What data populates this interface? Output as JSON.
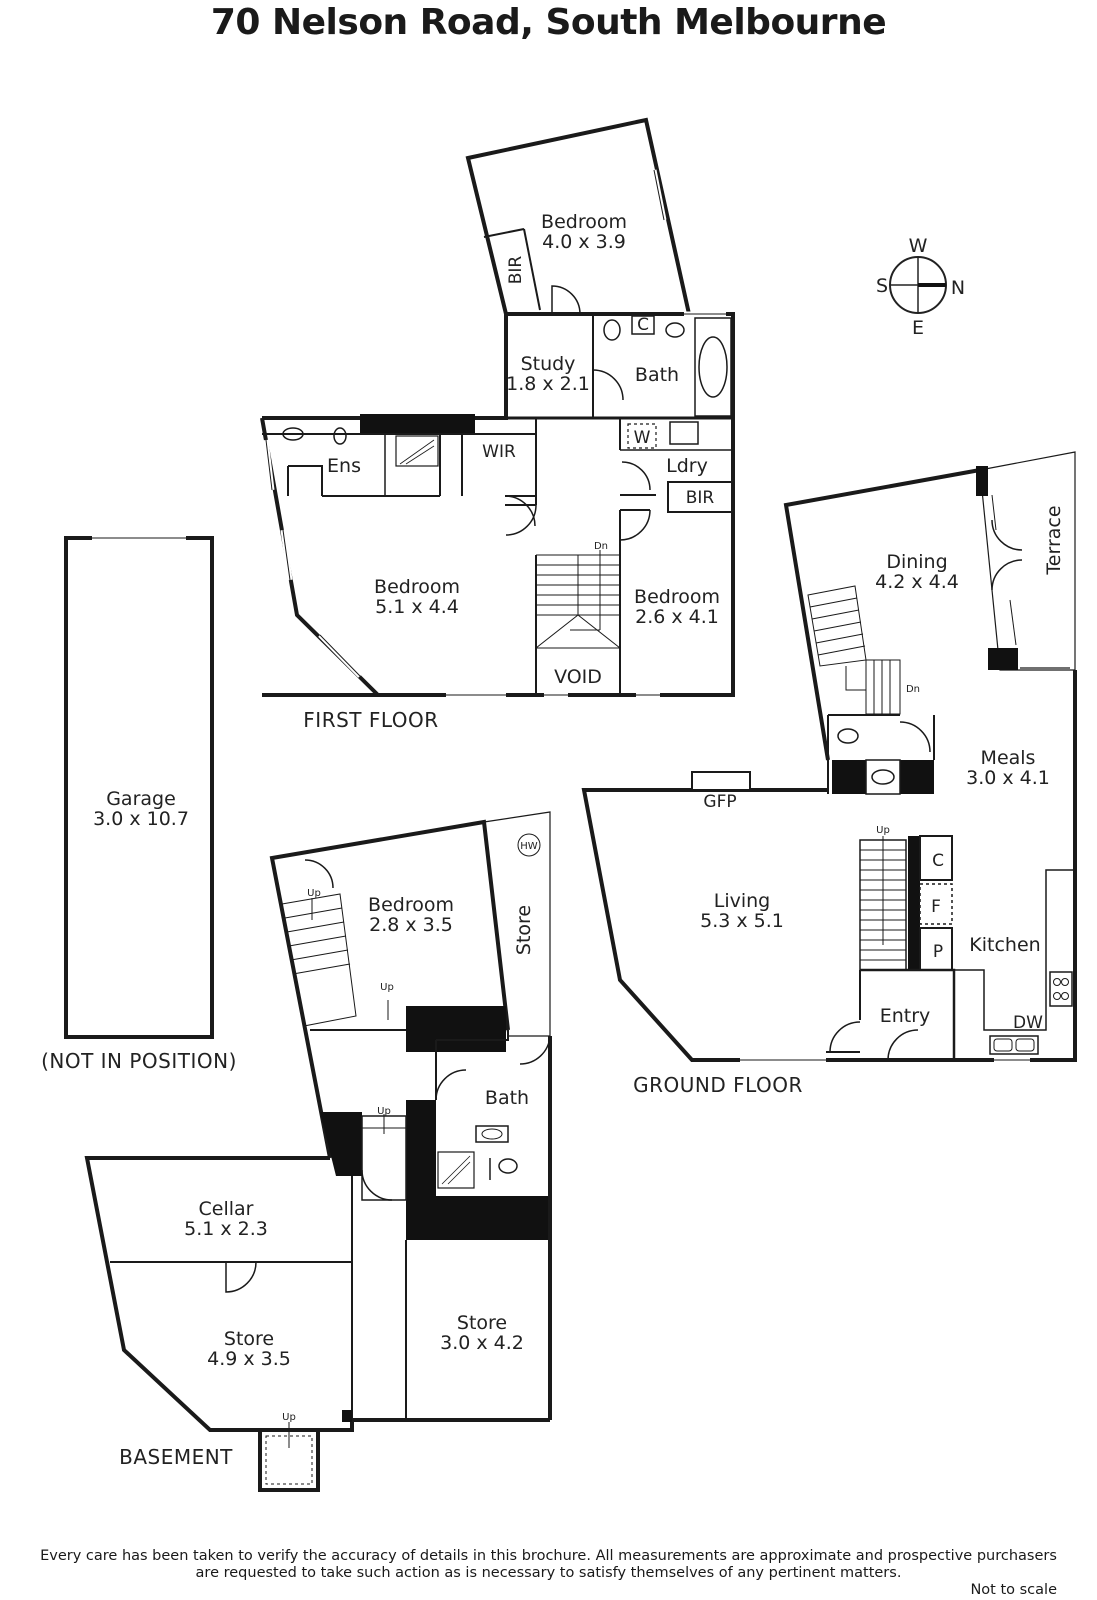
{
  "title": "70 Nelson Road, South Melbourne",
  "compass": {
    "n": "N",
    "s": "S",
    "e": "E",
    "w": "W"
  },
  "floors": {
    "first": "FIRST FLOOR",
    "ground": "GROUND FLOOR",
    "basement": "BASEMENT",
    "garage_note": "(NOT IN POSITION)"
  },
  "rooms": {
    "bedroom_top": {
      "name": "Bedroom",
      "dims": "4.0 x 3.9"
    },
    "study": {
      "name": "Study",
      "dims": "1.8 x 2.1"
    },
    "bath_first": {
      "name": "Bath"
    },
    "ens": {
      "name": "Ens"
    },
    "wir": {
      "name": "WIR"
    },
    "ldry": {
      "name": "Ldry"
    },
    "bir_left": {
      "name": "BIR"
    },
    "bir_right": {
      "name": "BIR"
    },
    "bedroom_main": {
      "name": "Bedroom",
      "dims": "5.1 x 4.4"
    },
    "bedroom_small": {
      "name": "Bedroom",
      "dims": "2.6 x 4.1"
    },
    "void": {
      "name": "VOID"
    },
    "garage": {
      "name": "Garage",
      "dims": "3.0 x 10.7"
    },
    "dining": {
      "name": "Dining",
      "dims": "4.2 x 4.4"
    },
    "terrace": {
      "name": "Terrace"
    },
    "meals": {
      "name": "Meals",
      "dims": "3.0 x 4.1"
    },
    "living": {
      "name": "Living",
      "dims": "5.3 x 5.1"
    },
    "kitchen": {
      "name": "Kitchen"
    },
    "entry": {
      "name": "Entry"
    },
    "bedroom_basement": {
      "name": "Bedroom",
      "dims": "2.8 x 3.5"
    },
    "store_side": {
      "name": "Store"
    },
    "bath_basement": {
      "name": "Bath"
    },
    "cellar": {
      "name": "Cellar",
      "dims": "5.1 x 2.3"
    },
    "store_left": {
      "name": "Store",
      "dims": "4.9 x 3.5"
    },
    "store_right": {
      "name": "Store",
      "dims": "3.0 x 4.2"
    }
  },
  "fixtures": {
    "gfp": "GFP",
    "dw": "DW",
    "c": "C",
    "f": "F",
    "p": "P",
    "w": "W",
    "c_bath": "C",
    "hw": "HW",
    "dn": "Dn",
    "up": "Up"
  },
  "disclaimer": {
    "line1": "Every care has been taken to verify the accuracy of details in this brochure.  All measurements are approximate and prospective purchasers",
    "line2": "are requested to take such action as is necessary to satisfy themselves of any pertinent matters."
  },
  "not_to_scale": "Not to scale"
}
